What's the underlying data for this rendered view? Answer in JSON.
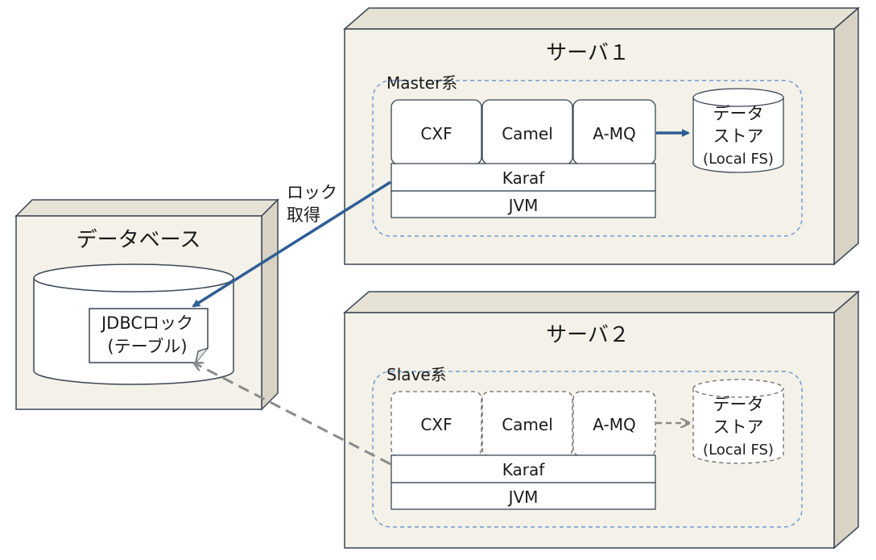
{
  "database": {
    "title": "データベース",
    "note_line1": "JDBCロック",
    "note_line2": "(テーブル)"
  },
  "lock_label": {
    "line1": "ロック",
    "line2": "取得"
  },
  "server1": {
    "title": "サーバ１",
    "group_label": "Master系",
    "components": [
      "CXF",
      "Camel",
      "A-MQ"
    ],
    "karaf": "Karaf",
    "jvm": "JVM",
    "store_line1": "データ",
    "store_line2": "ストア",
    "store_line3": "(Local FS)"
  },
  "server2": {
    "title": "サーバ２",
    "group_label": "Slave系",
    "components": [
      "CXF",
      "Camel",
      "A-MQ"
    ],
    "karaf": "Karaf",
    "jvm": "JVM",
    "store_line1": "データ",
    "store_line2": "ストア",
    "store_line3": "(Local FS)"
  },
  "colors": {
    "box_fill": "#f4f1e8",
    "box_top": "#e6e2d5",
    "box_side": "#d8d3c4",
    "stroke": "#3a4756",
    "group_dash": "#6f9bd1",
    "arrow_active": "#2f5e95",
    "arrow_standby": "#8a8a8a"
  }
}
